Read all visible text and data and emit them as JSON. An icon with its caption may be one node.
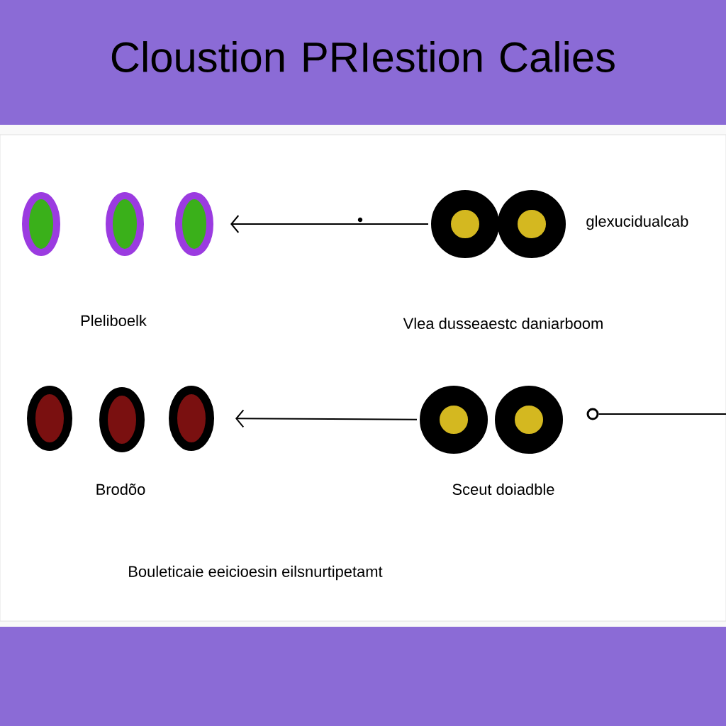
{
  "diagram": {
    "title": "Cloustion PRIestion Calies",
    "nodes": [
      {
        "text": [],
        "shape": "circle"
      },
      {
        "text": [],
        "shape": "circle"
      },
      {
        "text": [],
        "shape": "circle"
      },
      {
        "text": [],
        "shape": "circle"
      },
      {
        "text": [],
        "shape": "circle"
      },
      {
        "text": [],
        "shape": "circle"
      },
      {
        "text": [],
        "shape": "circle"
      },
      {
        "text": [],
        "shape": "circle"
      },
      {
        "text": [],
        "shape": "circle"
      },
      {
        "text": [],
        "shape": "circle"
      },
      {
        "text": [],
        "shape": "circle"
      }
    ],
    "edges": [
      {
        "from": 3,
        "to": 2,
        "arrow": "to"
      },
      {
        "from": 8,
        "to": 7,
        "arrow": "to"
      },
      {
        "from": 10,
        "to": null,
        "arrow": "none"
      }
    ],
    "labels": [
      "glexucidualcab",
      "Pleliboelk",
      "Vlea dusseaestc daniarboom",
      "Brodõo",
      "Sceut doiadble",
      "Bouleticaie eeicioesin eilsnurtipetamt"
    ]
  }
}
